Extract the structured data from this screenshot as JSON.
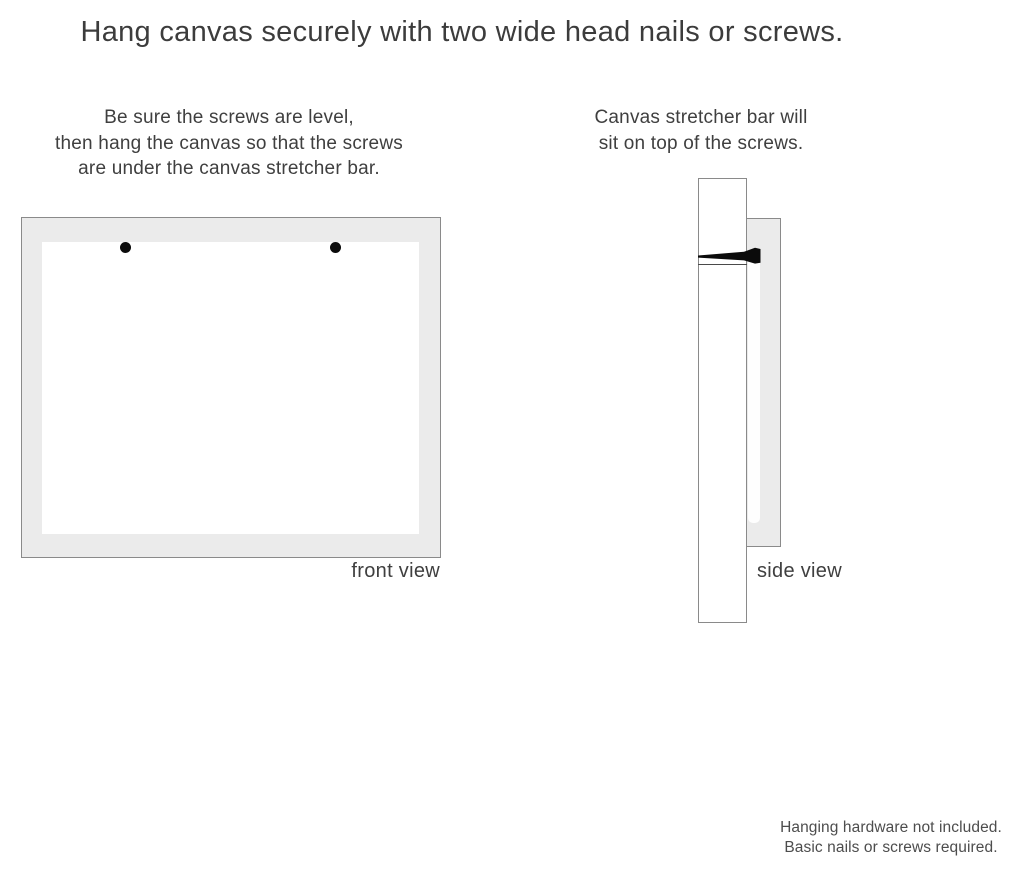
{
  "title": "Hang canvas securely with two wide head nails or screws.",
  "front_section": {
    "instructions": [
      "Be sure the screws are level,",
      "then hang the canvas so that the screws",
      "are under the canvas stretcher bar."
    ],
    "label": "front view",
    "nails": [
      "left-nail-head",
      "right-nail-head"
    ]
  },
  "side_section": {
    "instructions": [
      "Canvas stretcher bar will",
      "sit on top of the screws."
    ],
    "label": "side view"
  },
  "footer": {
    "lines": [
      "Hanging hardware not included.",
      "Basic nails or screws required."
    ]
  },
  "colors": {
    "canvas_fill": "#ebebeb",
    "outline": "#8a8a8a",
    "text": "#3d3d3d",
    "nail": "#0b0b0b"
  }
}
